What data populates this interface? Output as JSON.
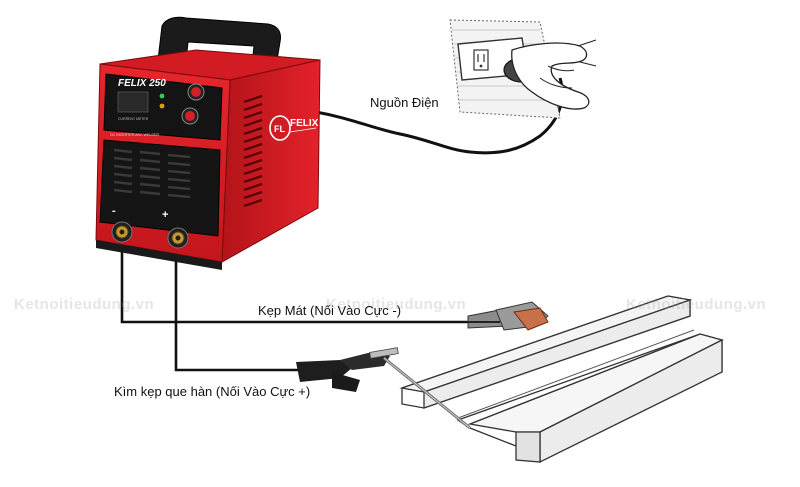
{
  "welder": {
    "model": "FELIX 250",
    "brand": "FELIX",
    "panel_caption": "DC INVERTER ARC WELDER",
    "meter_caption": "CURRENT METER",
    "minus_sign": "-",
    "plus_sign": "+",
    "body_color": "#e01b22"
  },
  "labels": {
    "power": "Nguồn Điện",
    "ground_clamp": "Kẹp Mát (Nối Vào Cực -)",
    "electrode_holder": "Kìm kẹp que hàn (Nối Vào Cực +)"
  },
  "watermarks": [
    "Ketnoitieudung.vn",
    "Ketnoitieudung.vn",
    "Ketnoitieudung.vn"
  ]
}
